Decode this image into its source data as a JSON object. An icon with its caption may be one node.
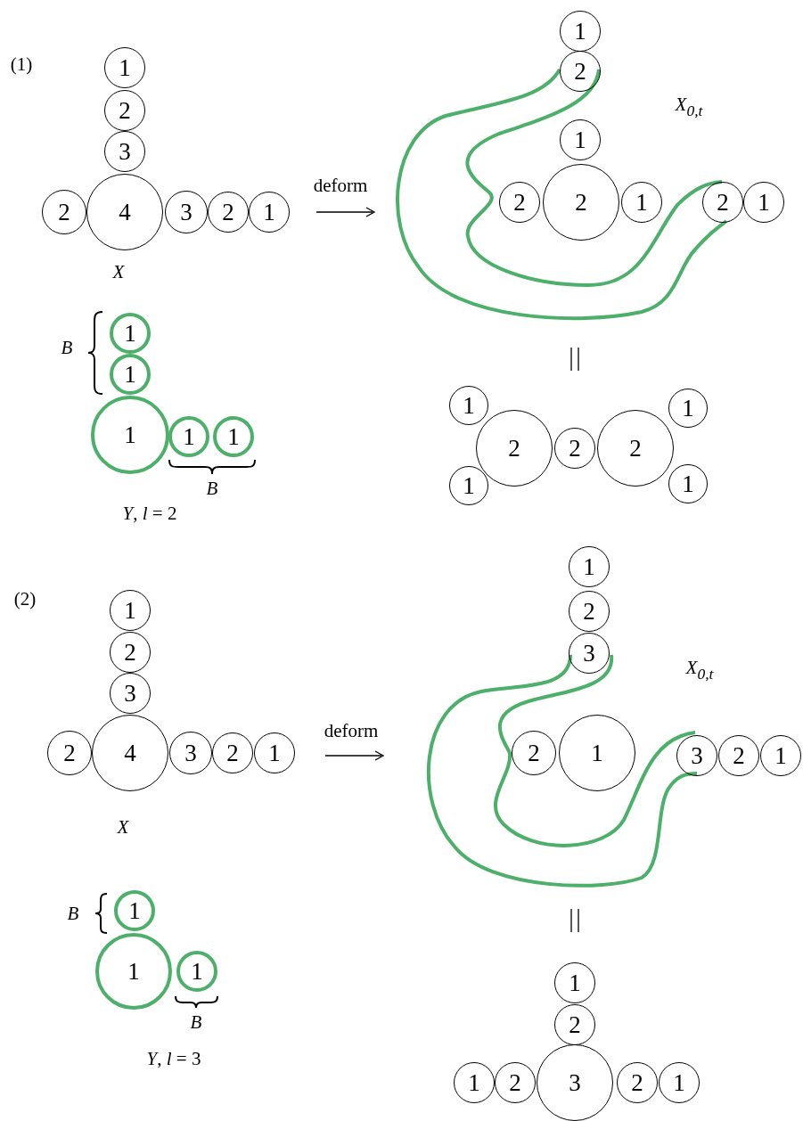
{
  "diagram": {
    "nodes": [
      {
        "text": [
          "1"
        ]
      },
      {
        "text": [
          "2"
        ]
      },
      {
        "text": [
          "3"
        ]
      },
      {
        "text": [
          "2"
        ]
      },
      {
        "text": [
          "4"
        ]
      },
      {
        "text": [
          "3"
        ]
      },
      {
        "text": [
          "2"
        ]
      },
      {
        "text": [
          "1"
        ]
      },
      {
        "text": [
          "1"
        ]
      },
      {
        "text": [
          "2"
        ]
      },
      {
        "text": [
          "1"
        ]
      },
      {
        "text": [
          "2"
        ]
      },
      {
        "text": [
          "2"
        ]
      },
      {
        "text": [
          "1"
        ]
      },
      {
        "text": [
          "2"
        ]
      },
      {
        "text": [
          "1"
        ]
      },
      {
        "text": [
          "1"
        ]
      },
      {
        "text": [
          "1"
        ]
      },
      {
        "text": [
          "1"
        ]
      },
      {
        "text": [
          "1"
        ]
      },
      {
        "text": [
          "1"
        ]
      },
      {
        "text": [
          "1"
        ]
      },
      {
        "text": [
          "1"
        ]
      },
      {
        "text": [
          "2"
        ]
      },
      {
        "text": [
          "2"
        ]
      },
      {
        "text": [
          "2"
        ]
      },
      {
        "text": [
          "1"
        ]
      },
      {
        "text": [
          "1"
        ]
      },
      {
        "text": [
          "1"
        ]
      },
      {
        "text": [
          "2"
        ]
      },
      {
        "text": [
          "3"
        ]
      },
      {
        "text": [
          "2"
        ]
      },
      {
        "text": [
          "4"
        ]
      },
      {
        "text": [
          "3"
        ]
      },
      {
        "text": [
          "2"
        ]
      },
      {
        "text": [
          "1"
        ]
      },
      {
        "text": [
          "1"
        ]
      },
      {
        "text": [
          "2"
        ]
      },
      {
        "text": [
          "3"
        ]
      },
      {
        "text": [
          "2"
        ]
      },
      {
        "text": [
          "1"
        ]
      },
      {
        "text": [
          "3"
        ]
      },
      {
        "text": [
          "2"
        ]
      },
      {
        "text": [
          "1"
        ]
      },
      {
        "text": [
          "1"
        ]
      },
      {
        "text": [
          "1"
        ]
      },
      {
        "text": [
          "1"
        ]
      },
      {
        "text": [
          "1"
        ]
      },
      {
        "text": [
          "2"
        ]
      },
      {
        "text": [
          "1"
        ]
      },
      {
        "text": [
          "2"
        ]
      },
      {
        "text": [
          "3"
        ]
      },
      {
        "text": [
          "2"
        ]
      },
      {
        "text": [
          "1"
        ]
      }
    ],
    "edges": [],
    "labels": [
      "(1)",
      "X$_{0,t}$",
      "deform",
      "X",
      "B",
      "B",
      "*Y*, *l* = 2",
      "(2)",
      "X$_{0,t}$",
      "deform",
      "X",
      "B",
      "B",
      "*Y*, *l* = 3"
    ]
  }
}
